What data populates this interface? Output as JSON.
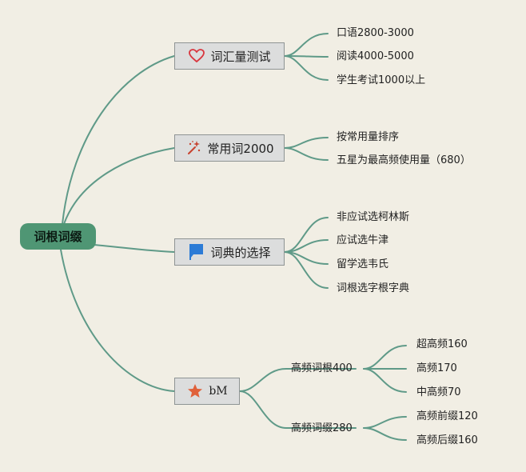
{
  "root": {
    "label": "词根词缀"
  },
  "branches": [
    {
      "label": "词汇量测试",
      "icon": "heart-icon",
      "color": "#d9363e",
      "children": [
        "口语2800-3000",
        "阅读4000-5000",
        "学生考试1000以上"
      ]
    },
    {
      "label": "常用词2000",
      "icon": "magic-wand-icon",
      "color": "#c8432f",
      "children": [
        "按常用量排序",
        "五星为最高频使用量（680）"
      ]
    },
    {
      "label": "词典的选择",
      "icon": "flag-icon",
      "color": "#2c7bd6",
      "children": [
        "非应试选柯林斯",
        "应试选牛津",
        "留学选韦氏",
        "词根选字根字典"
      ]
    },
    {
      "label": "bM",
      "icon": "star-icon",
      "color": "#e0613a",
      "subgroups": [
        {
          "label": "高频词根400",
          "children": [
            "超高频160",
            "高频170",
            "中高频70"
          ]
        },
        {
          "label": "高频词缀280",
          "children": [
            "高频前缀120",
            "高频后缀160"
          ]
        }
      ]
    }
  ]
}
